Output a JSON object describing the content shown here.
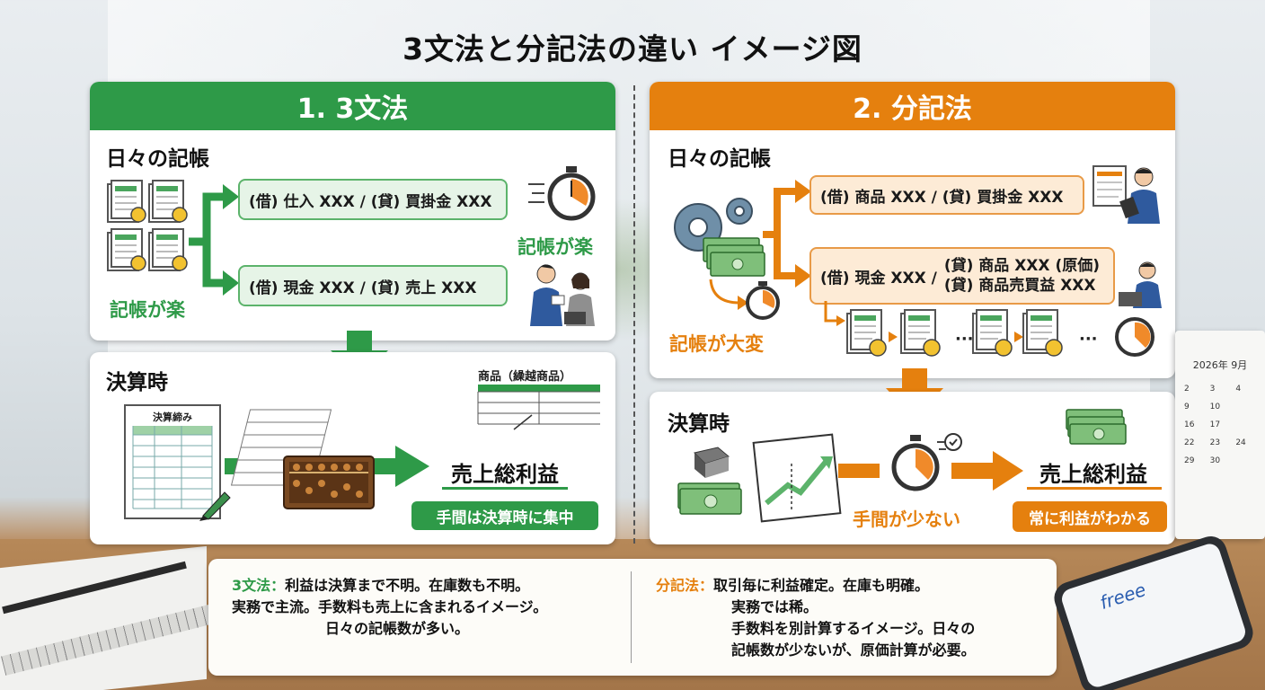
{
  "title": "3文法と分記法の違い イメージ図",
  "left": {
    "header": "1. 3文法",
    "daily_label": "日々の記帳",
    "entries": [
      "(借) 仕入 XXX / (貸) 買掛金 XXX",
      "(借) 現金 XXX / (貸) 売上 XXX"
    ],
    "easy_right": "記帳が楽",
    "easy_left": "記帳が楽",
    "closing_label": "決算時",
    "worksheet_title": "決算締み",
    "ledger_title": "商品（繰越商品）",
    "profit": "売上総利益",
    "note": "手間は決算時に集中"
  },
  "right": {
    "header": "2. 分記法",
    "daily_label": "日々の記帳",
    "entry1": "(借) 商品 XXX / (貸) 買掛金 XXX",
    "entry2_left": "(借) 現金 XXX /",
    "entry2_line1": "(貸) 商品 XXX (原価)",
    "entry2_line2": "(貸) 商品売買益 XXX",
    "hard": "記帳が大変",
    "closing_label": "決算時",
    "less_work": "手間が少ない",
    "profit": "売上総利益",
    "note": "常に利益がわかる"
  },
  "bottom": {
    "left_key": "3文法：",
    "left_line1": "利益は決算まで不明。在庫数も不明。",
    "left_line2": "実務で主流。手数料も売上に含まれるイメージ。",
    "left_line3": "日々の記帳数が多い。",
    "right_key": "分記法：",
    "right_line1": "取引毎に利益確定。在庫も明確。",
    "right_line2": "実務では稀。",
    "right_line3": "手数料を別計算するイメージ。日々の",
    "right_line4": "記帳数が少ないが、原価計算が必要。"
  },
  "calendar": {
    "header": "2026年 9月",
    "days": [
      "2",
      "3",
      "4",
      "9",
      "10",
      "16",
      "17",
      "22",
      "23",
      "24",
      "29",
      "30"
    ]
  },
  "phone": {
    "brand": "freee"
  },
  "colors": {
    "green": "#2e9a48",
    "orange": "#e5800e"
  }
}
